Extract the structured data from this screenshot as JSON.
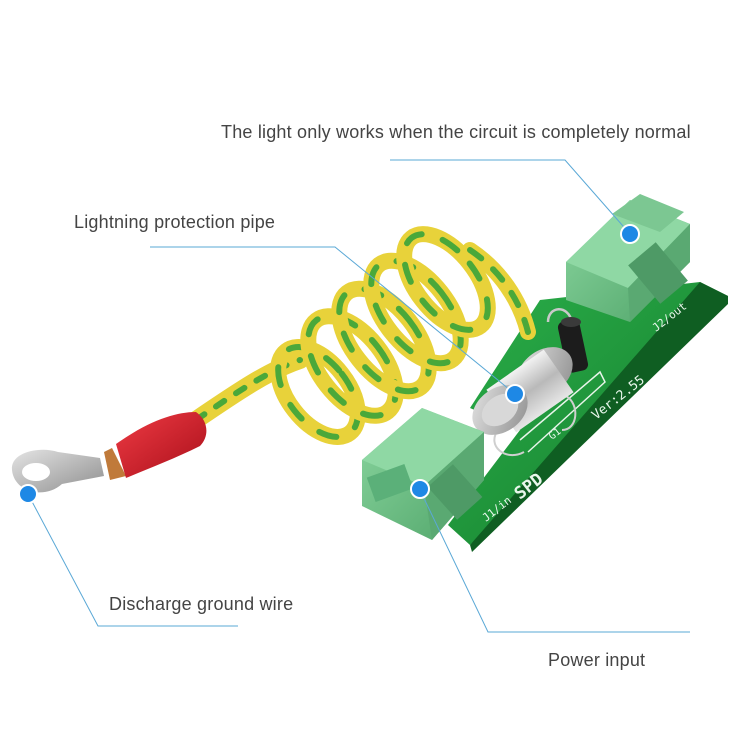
{
  "callouts": {
    "light": "The light only works when the circuit is completely normal",
    "pipe": "Lightning protection pipe",
    "ground": "Discharge ground wire",
    "power": "Power input"
  },
  "board_markings": {
    "version": "Ver:2.55",
    "name": "SPD",
    "j1": "J1/in",
    "j2": "J2/out",
    "g1": "G1"
  },
  "colors": {
    "leader_line": "#5aa8d6",
    "marker": "#1e88e5",
    "pcb": "#1f9a3a",
    "connector": "#6fc48a",
    "wire_yellow": "#e8d23a",
    "wire_green": "#4aa83a",
    "terminal_red": "#d41e2b"
  }
}
